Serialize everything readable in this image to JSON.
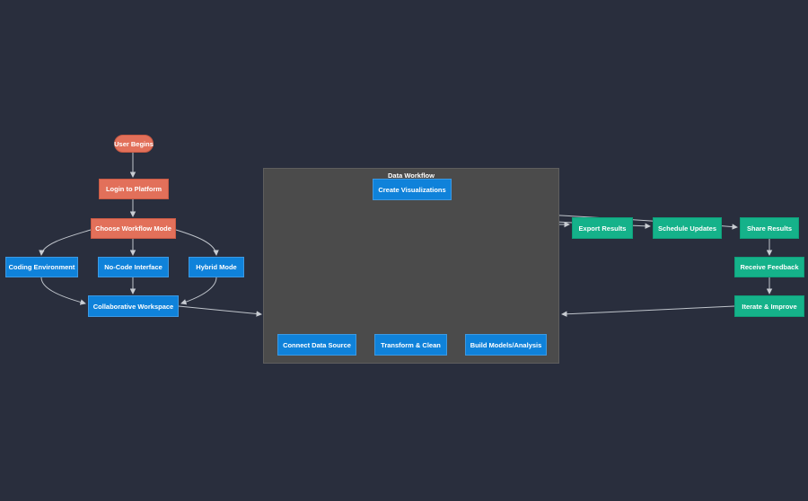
{
  "diagram": {
    "type": "flowchart",
    "background": "#292e3d",
    "colors": {
      "entry_nodes": "#e2705a",
      "workflow_nodes": "#0f82da",
      "output_nodes": "#15b28a",
      "subgraph_fill": "#4b4b4b",
      "edge_line": "#bfc4cb",
      "node_text": "#ffffff"
    },
    "subgraph": {
      "title": "Data Workflow"
    },
    "nodes": {
      "user_begins": {
        "label": "User Begins",
        "shape": "stadium",
        "color_group": "entry"
      },
      "login": {
        "label": "Login to Platform",
        "color_group": "entry"
      },
      "choose_mode": {
        "label": "Choose Workflow Mode",
        "color_group": "entry"
      },
      "coding_env": {
        "label": "Coding Environment",
        "color_group": "workflow"
      },
      "no_code": {
        "label": "No-Code Interface",
        "color_group": "workflow"
      },
      "hybrid": {
        "label": "Hybrid Mode",
        "color_group": "workflow"
      },
      "collab": {
        "label": "Collaborative Workspace",
        "color_group": "workflow"
      },
      "create_vis": {
        "label": "Create Visualizations",
        "color_group": "workflow"
      },
      "connect_data": {
        "label": "Connect Data Source",
        "color_group": "workflow"
      },
      "transform_clean": {
        "label": "Transform & Clean",
        "color_group": "workflow"
      },
      "build_models": {
        "label": "Build Models/Analysis",
        "color_group": "workflow"
      },
      "export_results": {
        "label": "Export Results",
        "color_group": "output"
      },
      "schedule_updates": {
        "label": "Schedule Updates",
        "color_group": "output"
      },
      "share_results": {
        "label": "Share Results",
        "color_group": "output"
      },
      "receive_feedback": {
        "label": "Receive Feedback",
        "color_group": "output"
      },
      "iterate_improve": {
        "label": "Iterate & Improve",
        "color_group": "output"
      }
    },
    "edges": [
      {
        "from": "User Begins",
        "to": "Login to Platform"
      },
      {
        "from": "Login to Platform",
        "to": "Choose Workflow Mode"
      },
      {
        "from": "Choose Workflow Mode",
        "to": "Coding Environment"
      },
      {
        "from": "Choose Workflow Mode",
        "to": "No-Code Interface"
      },
      {
        "from": "Choose Workflow Mode",
        "to": "Hybrid Mode"
      },
      {
        "from": "Coding Environment",
        "to": "Collaborative Workspace"
      },
      {
        "from": "No-Code Interface",
        "to": "Collaborative Workspace"
      },
      {
        "from": "Hybrid Mode",
        "to": "Collaborative Workspace"
      },
      {
        "from": "Collaborative Workspace",
        "to": "Data Workflow"
      },
      {
        "from": "Create Visualizations",
        "to": "Export Results"
      },
      {
        "from": "Create Visualizations",
        "to": "Schedule Updates"
      },
      {
        "from": "Create Visualizations",
        "to": "Share Results"
      },
      {
        "from": "Share Results",
        "to": "Receive Feedback"
      },
      {
        "from": "Receive Feedback",
        "to": "Iterate & Improve"
      },
      {
        "from": "Iterate & Improve",
        "to": "Data Workflow"
      }
    ]
  }
}
